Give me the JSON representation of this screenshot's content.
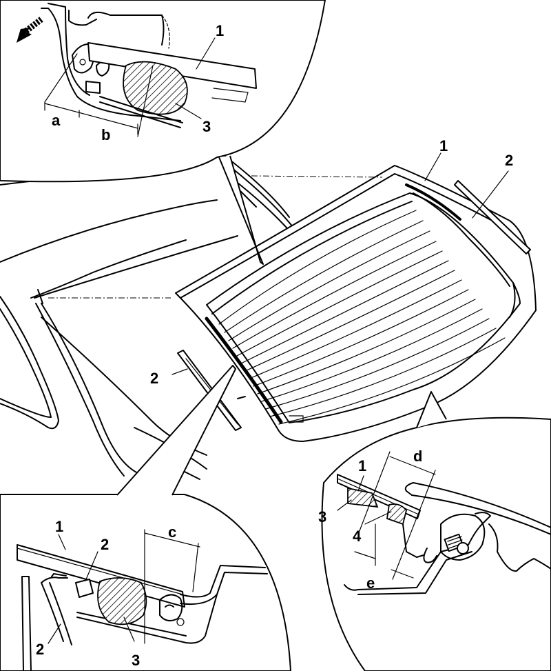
{
  "callouts": {
    "c1": "1",
    "c2": "2",
    "c3": "3",
    "c4": "4",
    "da": "a",
    "db": "b",
    "dc": "c",
    "dd": "d",
    "de": "e"
  },
  "colors": {
    "line": "#000000",
    "background": "#ffffff"
  },
  "icons": {
    "direction_arrow": "hatched-arrow-icon"
  }
}
